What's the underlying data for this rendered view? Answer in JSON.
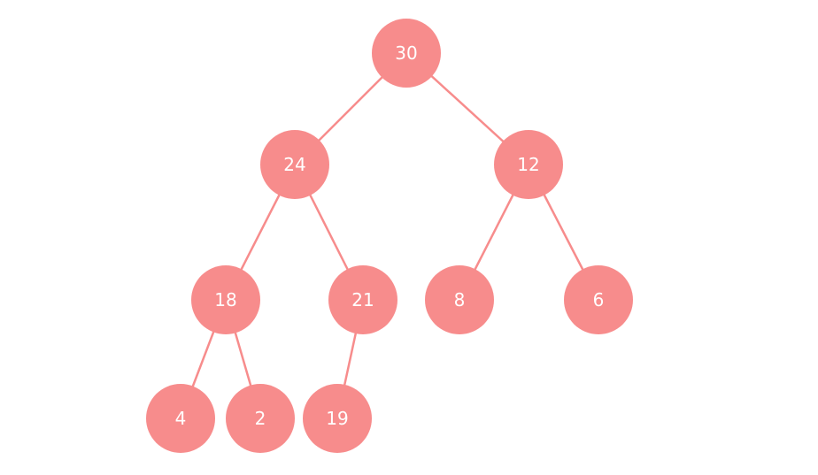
{
  "colors": {
    "node_fill": "#f78c8c",
    "edge_stroke": "#f78c8c",
    "label_text": "#ffffff"
  },
  "tree": {
    "nodes": [
      {
        "id": "n30",
        "label": "30"
      },
      {
        "id": "n24",
        "label": "24"
      },
      {
        "id": "n12",
        "label": "12"
      },
      {
        "id": "n18",
        "label": "18"
      },
      {
        "id": "n21",
        "label": "21"
      },
      {
        "id": "n8",
        "label": "8"
      },
      {
        "id": "n6",
        "label": "6"
      },
      {
        "id": "n4",
        "label": "4"
      },
      {
        "id": "n2",
        "label": "2"
      },
      {
        "id": "n19",
        "label": "19"
      }
    ],
    "edges": [
      {
        "from": "n30",
        "to": "n24"
      },
      {
        "from": "n30",
        "to": "n12"
      },
      {
        "from": "n24",
        "to": "n18"
      },
      {
        "from": "n24",
        "to": "n21"
      },
      {
        "from": "n12",
        "to": "n8"
      },
      {
        "from": "n12",
        "to": "n6"
      },
      {
        "from": "n18",
        "to": "n4"
      },
      {
        "from": "n18",
        "to": "n2"
      },
      {
        "from": "n21",
        "to": "n19"
      }
    ]
  }
}
